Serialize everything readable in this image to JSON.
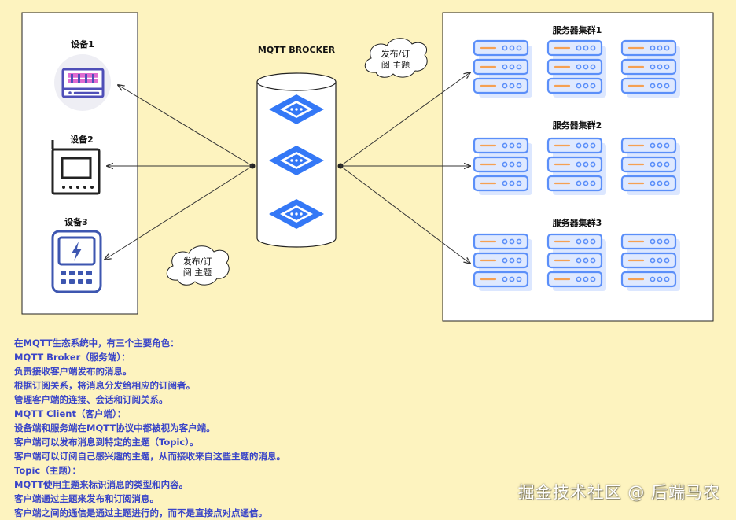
{
  "devices": [
    {
      "label": "设备1",
      "icon": "router-icon"
    },
    {
      "label": "设备2",
      "icon": "terminal-icon"
    },
    {
      "label": "设备3",
      "icon": "meter-icon"
    }
  ],
  "broker": {
    "label": "MQTT BROCKER",
    "icon": "broker-cylinder-icon"
  },
  "clouds": [
    {
      "line1": "发布/订",
      "line2": "阅 主题"
    },
    {
      "line1": "发布/订",
      "line2": "阅 主题"
    }
  ],
  "clusters": [
    {
      "label": "服务器集群1"
    },
    {
      "label": "服务器集群2"
    },
    {
      "label": "服务器集群3"
    }
  ],
  "description": [
    "在MQTT生态系统中，有三个主要角色：",
    "MQTT Broker（服务端）：",
    "负责接收客户端发布的消息。",
    "根据订阅关系，将消息分发给相应的订阅者。",
    "管理客户端的连接、会话和订阅关系。",
    "MQTT Client（客户端）：",
    "设备端和服务端在MQTT协议中都被视为客户端。",
    "客户端可以发布消息到特定的主题（Topic）。",
    "客户端可以订阅自己感兴趣的主题，从而接收来自这些主题的消息。",
    "Topic（主题）：",
    "MQTT使用主题来标识消息的类型和内容。",
    "客户端通过主题来发布和订阅消息。",
    "客户端之间的通信是通过主题进行的，而不是直接点对点通信。"
  ],
  "watermark": "掘金技术社区 @ 后端马农",
  "colors": {
    "background": "#fdf3bf",
    "text_blue": "#3a45c8",
    "server_blue": "#5b8ff9",
    "server_fill": "#dfe9ff",
    "server_accent": "#f5a052",
    "diamond_blue": "#3478f6",
    "device_purple": "#4f4fb8",
    "meter_blue": "#3d56b0"
  }
}
